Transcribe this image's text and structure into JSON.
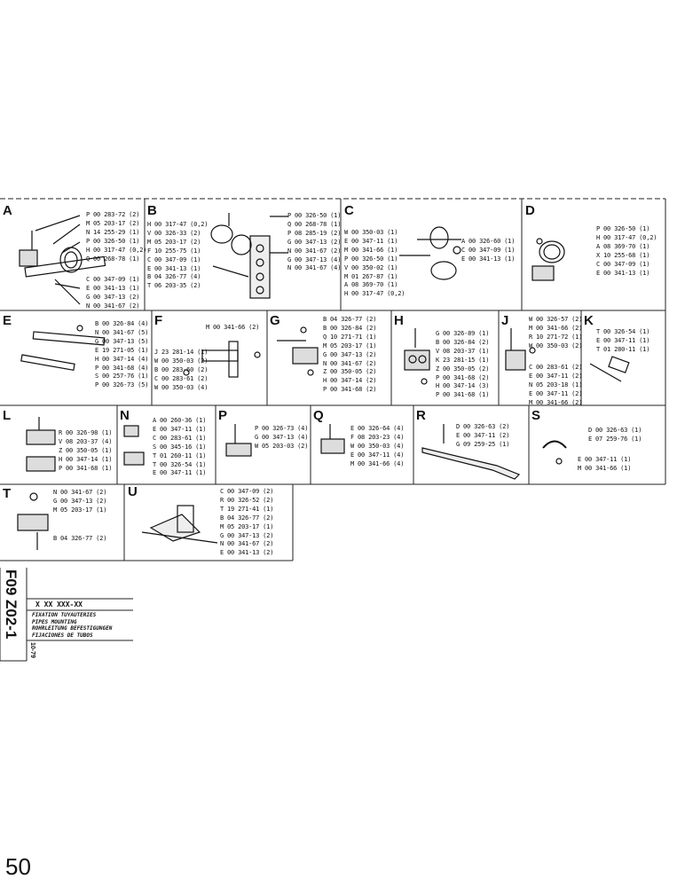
{
  "panels": {
    "A": {
      "letter": "A",
      "parts": [
        "P 00 283-72 (2)",
        "M 05 203-17 (2)",
        "N 14 255-29 (1)",
        "P 00 326-50 (1)",
        "H 00 317-47 (0,2)",
        "Q 00 268-78 (1)",
        "C 00 347-09 (1)",
        "E 00 341-13 (1)",
        "G 00 347-13 (2)",
        "N 00 341-67 (2)"
      ]
    },
    "B": {
      "letter": "B",
      "parts_left": [
        "H 00 317-47 (0,2)",
        "V 00 326-33 (2)",
        "M 05 203-17 (2)",
        "F 10 255-75 (1)",
        "C 00 347-09 (1)",
        "E 00 341-13 (1)",
        "B 04 326-77 (4)",
        "T 06 203-35 (2)"
      ],
      "parts_right": [
        "P 00 326-50 (1)",
        "Q 00 268-78 (1)",
        "P 08 285-19 (2)",
        "G 00 347-13 (2)",
        "N 00 341-67 (2)",
        "G 00 347-13 (4)",
        "N 00 341-67 (4)"
      ]
    },
    "C": {
      "letter": "C",
      "parts_left": [
        "W 00 350-03 (1)",
        "E 00 347-11 (1)",
        "M 00 341-66 (1)",
        "P 00 326-50 (1)",
        "V 00 350-02 (1)",
        "M 01 267-87 (1)",
        "A 08 369-70 (1)",
        "H 00 317-47 (0,2)"
      ],
      "parts_right": [
        "A 00 326-60 (1)",
        "C 00 347-09 (1)",
        "E 00 341-13 (1)"
      ]
    },
    "D": {
      "letter": "D",
      "parts": [
        "P 00 326-50 (1)",
        "H 00 317-47 (0,2)",
        "A 08 369-70 (1)",
        "X 10 255-68 (1)",
        "C 00 347-09 (1)",
        "E 00 341-13 (1)"
      ]
    },
    "E": {
      "letter": "E",
      "parts": [
        "B 00 326-84 (4)",
        "N 00 341-67 (5)",
        "G 00 347-13 (5)",
        "E 19 271-05 (1)",
        "H 00 347-14 (4)",
        "P 00 341-68 (4)",
        "S 00 257-76 (1)",
        "P 00 326-73 (5)"
      ]
    },
    "F": {
      "letter": "F",
      "parts_top": [
        "M 00 341-66 (2)"
      ],
      "parts": [
        "J 23 281-14 (1)",
        "W 00 350-03 (2)",
        "B 00 283-60 (2)",
        "C 00 283-61 (2)",
        "W 00 350-03 (4)"
      ]
    },
    "G": {
      "letter": "G",
      "parts": [
        "B 04 326-77 (2)",
        "B 00 326-84 (2)",
        "Q 10 271-71 (1)",
        "M 05 203-17 (1)",
        "G 00 347-13 (2)",
        "N 00 341-67 (2)",
        "Z 00 350-05 (2)",
        "H 00 347-14 (2)",
        "P 00 341-68 (2)"
      ]
    },
    "H": {
      "letter": "H",
      "parts": [
        "G 00 326-89 (1)",
        "B 00 326-84 (2)",
        "V 08 203-37 (1)",
        "K 23 281-15 (1)",
        "Z 00 350-05 (2)",
        "P 00 341-68 (2)",
        "H 00 347-14 (3)",
        "P 00 341-68 (1)"
      ]
    },
    "J": {
      "letter": "J",
      "parts_top": [
        "W 00 326-57 (2)",
        "M 00 341-66 (2)",
        "R 10 271-72 (1)",
        "W 00 350-03 (2)"
      ],
      "parts": [
        "C 00 283-61 (2)",
        "E 00 347-11 (2)",
        "N 05 203-18 (1)",
        "E 00 347-11 (2)",
        "M 00 341-66 (2)"
      ]
    },
    "K": {
      "letter": "K",
      "parts": [
        "T 00 326-54 (1)",
        "E 00 347-11 (1)",
        "T 01 280-11 (1)"
      ]
    },
    "L": {
      "letter": "L",
      "parts": [
        "R 00 326-98 (1)",
        "V 08 203-37 (4)",
        "Z 00 350-05 (1)",
        "H 00 347-14 (1)",
        "P 00 341-68 (1)"
      ]
    },
    "N": {
      "letter": "N",
      "parts": [
        "A 00 260-36 (1)",
        "E 00 347-11 (1)",
        "C 00 283-61 (1)",
        "S 00 345-16 (1)",
        "T 01 260-11 (1)",
        "T 00 326-54 (1)",
        "E 00 347-11 (1)"
      ]
    },
    "P": {
      "letter": "P",
      "parts": [
        "P 00 326-73 (4)",
        "G 00 347-13 (4)",
        "W 05 203-03 (2)"
      ]
    },
    "Q": {
      "letter": "Q",
      "parts": [
        "E 00 326-64 (4)",
        "F 08 203-23 (4)",
        "W 00 350-03 (4)",
        "E 00 347-11 (4)",
        "M 00 341-66 (4)"
      ]
    },
    "R": {
      "letter": "R",
      "parts": [
        "D 00 326-63 (2)",
        "E 00 347-11 (2)",
        "G 09 259-25 (1)"
      ]
    },
    "S": {
      "letter": "S",
      "parts": [
        "D 00 326-63 (1)",
        "E 07 259-76 (1)",
        "E 00 347-11 (1)",
        "M 00 341-66 (1)"
      ]
    },
    "T": {
      "letter": "T",
      "parts": [
        "N 00 341-67 (2)",
        "G 00 347-13 (2)",
        "M 05 203-17 (1)"
      ],
      "parts_bottom": [
        "B 04 326-77 (2)"
      ]
    },
    "U": {
      "letter": "U",
      "parts": [
        "C 00 347-09 (2)",
        "R 00 326-52 (2)",
        "T 19 271-41 (1)",
        "B 04 326-77 (2)",
        "M 05 203-17 (1)",
        "G 00 347-13 (2)",
        "N 00 341-67 (2)",
        "E 00 341-13 (2)"
      ]
    }
  },
  "title_block": {
    "code": "X XX XXX-XX",
    "lines": [
      "FIXATION TUYAUTERIES",
      "PIPES MOUNTING",
      "ROHRLEITUNG BEFESTIGUNGEN",
      "FIJACIONES DE TUBOS"
    ],
    "doc_ref": "F09 Z02-1",
    "date": "10-79"
  },
  "page_number": "50"
}
